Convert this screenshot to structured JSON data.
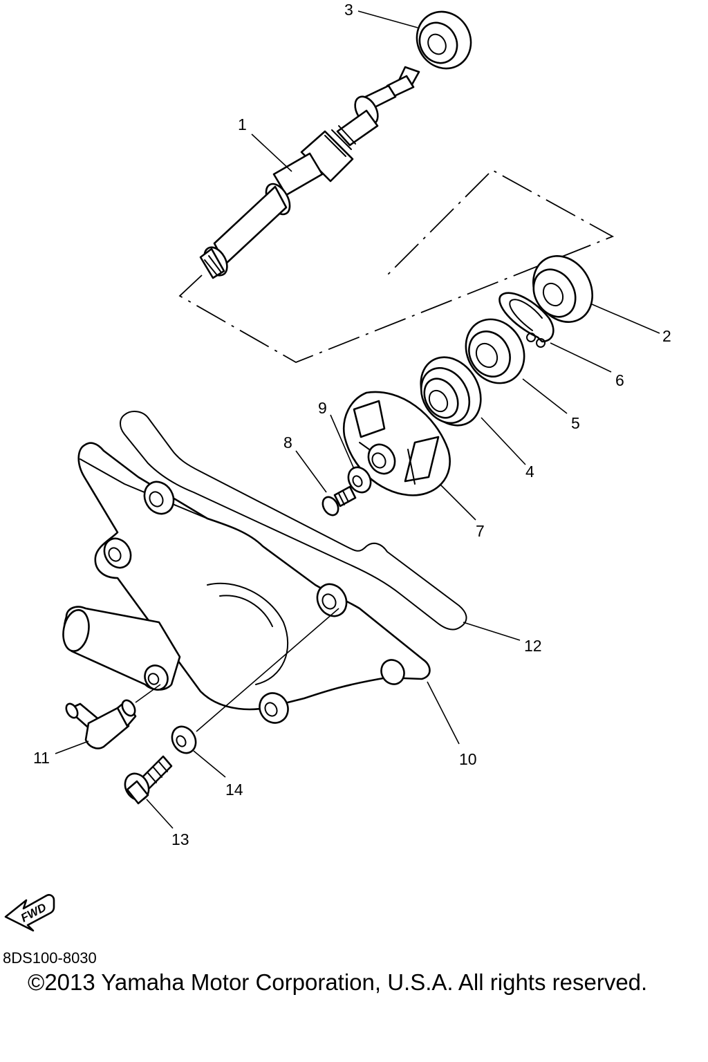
{
  "diagram": {
    "callouts": [
      "1",
      "2",
      "3",
      "4",
      "5",
      "6",
      "7",
      "8",
      "9",
      "10",
      "11",
      "12",
      "13",
      "14"
    ],
    "forward_badge": "FWD",
    "diagram_code": "8DS100-8030",
    "copyright": "©2013 Yamaha Motor Corporation, U.S.A. All rights reserved."
  }
}
